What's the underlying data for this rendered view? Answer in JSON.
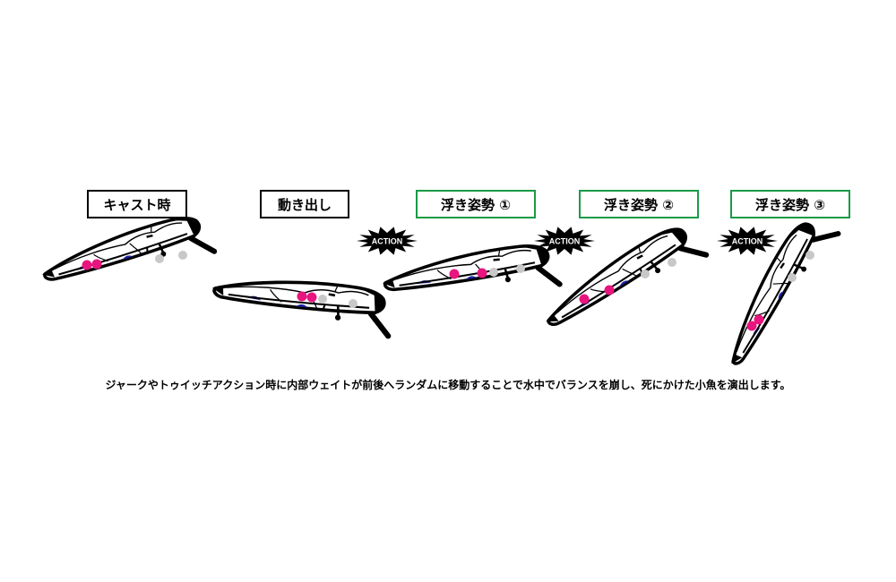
{
  "labels": {
    "cast": "キャスト時",
    "start": "動き出し",
    "float1": "浮き姿勢 ①",
    "float2": "浮き姿勢 ②",
    "float3": "浮き姿勢 ③"
  },
  "action_text": "ACTION",
  "caption": "ジャークやトゥイッチアクション時に内部ウェイトが前後へランダムに移動することで水中でバランスを崩し、死にかけた小魚を演出します。",
  "colors": {
    "outline": "#000000",
    "body": "#ffffff",
    "weight_pink": "#e8157f",
    "weight_gray": "#c8c8c8",
    "accent_blue": "#1b1f9e",
    "float_border": "#1a9a46",
    "standard_border": "#000000"
  }
}
